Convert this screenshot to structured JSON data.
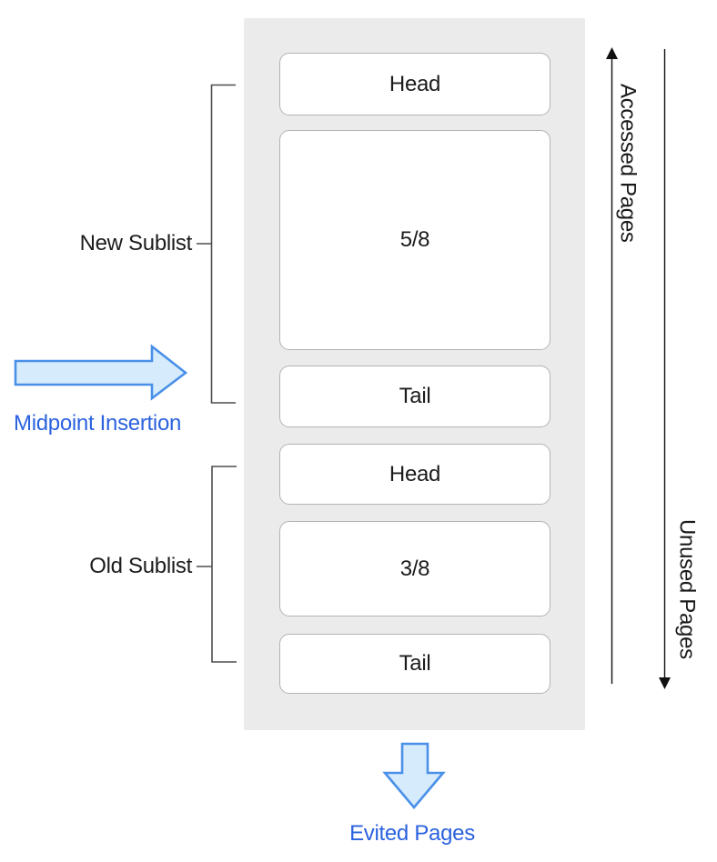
{
  "pool": {
    "new": {
      "head": "Head",
      "size": "5/8",
      "tail": "Tail"
    },
    "old": {
      "head": "Head",
      "size": "3/8",
      "tail": "Tail"
    }
  },
  "labels": {
    "new_sublist": "New Sublist",
    "old_sublist": "Old Sublist",
    "midpoint_insertion": "Midpoint Insertion",
    "evited_pages": "Evited Pages",
    "accessed_pages": "Accessed Pages",
    "unused_pages": "Unused Pages"
  },
  "colors": {
    "accent_blue": "#2b62de",
    "block_arrow_fill": "#d6ebfc",
    "block_arrow_stroke": "#4a90e8",
    "container_bg": "#ebebeb",
    "box_border": "#b3b3b3",
    "bracket_gray": "#4d4d4d",
    "thin_arrow_black": "#111111"
  }
}
